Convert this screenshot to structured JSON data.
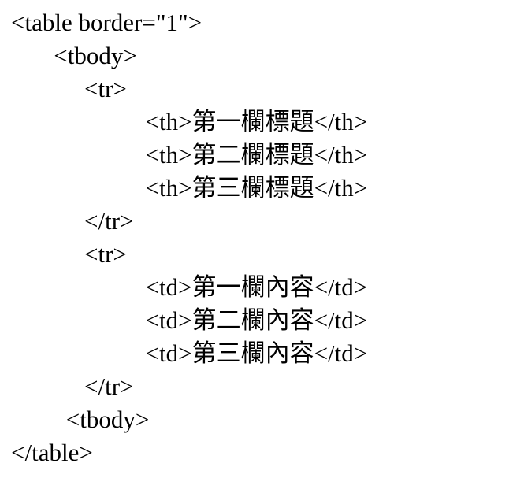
{
  "page": {
    "background_color": "#ffffff",
    "text_color": "#000000"
  },
  "code": {
    "language": "html",
    "lines": [
      "<table border=\"1\">",
      "       <tbody>",
      "            <tr>",
      "                      <th>第一欄標題</th>",
      "                      <th>第二欄標題</th>",
      "                      <th>第三欄標題</th>",
      "            </tr>",
      "            <tr>",
      "                      <td>第一欄內容</td>",
      "                      <td>第二欄內容</td>",
      "                      <td>第三欄內容</td>",
      "            </tr>",
      "         <tbody>",
      "</table>"
    ]
  }
}
